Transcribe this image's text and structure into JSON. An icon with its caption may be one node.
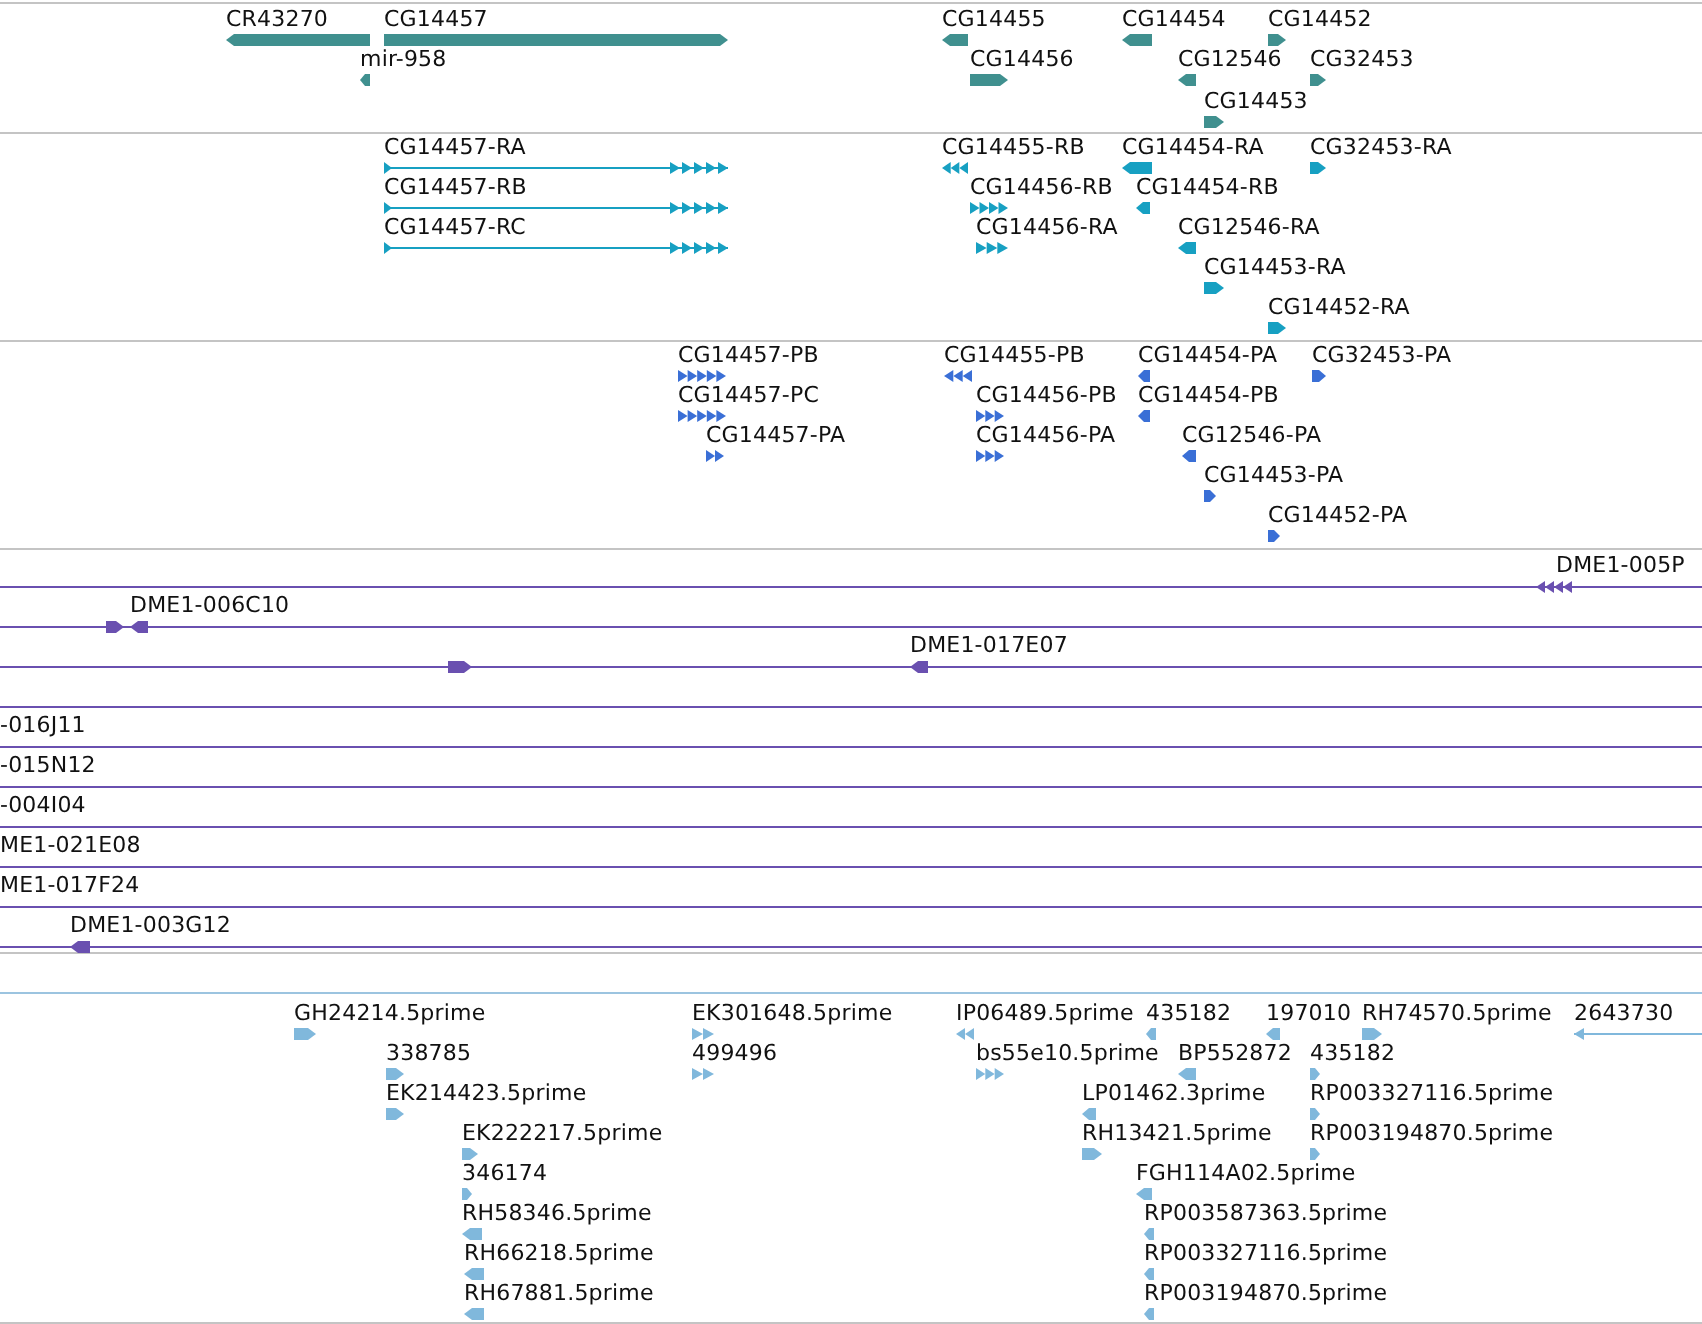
{
  "diagram": {
    "labels": [
      "CR43270",
      "CG14457",
      "CG14455",
      "CG14454",
      "CG14452",
      "mir-958",
      "CG14456",
      "CG12546",
      "CG32453",
      "CG14453",
      "CG14457-RA",
      "CG14455-RB",
      "CG14454-RA",
      "CG32453-RA",
      "CG14457-RB",
      "CG14456-RB",
      "CG14454-RB",
      "CG14457-RC",
      "CG14456-RA",
      "CG12546-RA",
      "CG14453-RA",
      "CG14452-RA",
      "CG14457-PB",
      "CG14455-PB",
      "CG14454-PA",
      "CG32453-PA",
      "CG14457-PC",
      "CG14456-PB",
      "CG14454-PB",
      "CG14457-PA",
      "CG14456-PA",
      "CG12546-PA",
      "CG14453-PA",
      "CG14452-PA",
      "DME1-005P",
      "DME1-006C10",
      "DME1-017E07",
      "-016J11",
      "-015N12",
      "-004I04",
      "ME1-021E08",
      "ME1-017F24",
      "DME1-003G12",
      "GH24214.5prime",
      "EK301648.5prime",
      "IP06489.5prime",
      "435182",
      "197010",
      "RH74570.5prime",
      "2643730",
      "338785",
      "499496",
      "bs55e10.5prime",
      "BP552872",
      "435182",
      "EK214423.5prime",
      "LP01462.3prime",
      "RP003327116.5prime",
      "EK222217.5prime",
      "RH13421.5prime",
      "RP003194870.5prime",
      "346174",
      "FGH114A02.5prime",
      "RH58346.5prime",
      "RP003587363.5prime",
      "RH66218.5prime",
      "RP003327116.5prime",
      "RH67881.5prime",
      "RP003194870.5prime"
    ]
  }
}
